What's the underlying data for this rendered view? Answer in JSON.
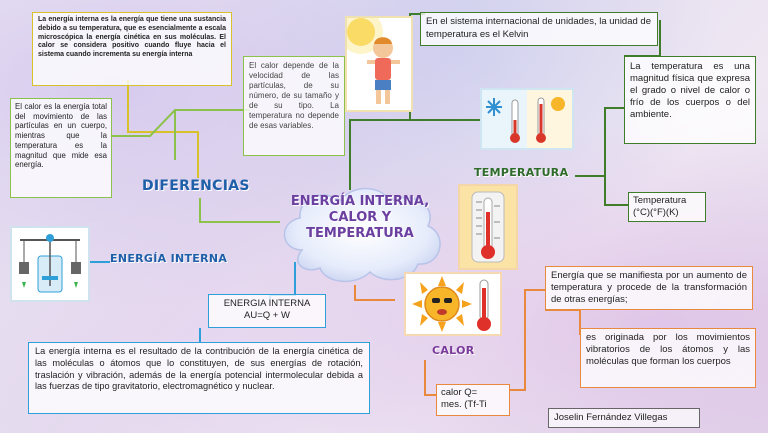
{
  "center": {
    "line1": "ENERGÍA INTERNA,",
    "line2": "CALOR Y",
    "line3": "TEMPERATURA"
  },
  "labels": {
    "diferencias": "DIFERENCIAS",
    "energia_interna": "ENERGÍA INTERNA",
    "temperatura": "TEMPERATURA",
    "calor": "CALOR"
  },
  "diferencias": {
    "interna_text": "La energía interna es la energía que tiene una sustancia debido a su temperatura, que es esencialmente a escala microscópica la energía cinética en sus moléculas. El calor se considera positivo cuando fluye hacia el sistema cuando incrementa su energía interna",
    "calor_text": "El calor es la energía total del movimiento de las partículas en un cuerpo, mientras que la temperatura es la magnitud que mide esa energía.",
    "temperatura_text": "El calor depende de la velocidad de las partículas, de su número, de su tamaño y de su tipo. La temperatura no depende de esas variables."
  },
  "temperatura": {
    "si_text": "En el sistema internacional de unidades, la unidad de temperatura es el Kelvin",
    "definicion": "La temperatura es una magnitud física que expresa el grado o nivel de calor o frío de los cuerpos o del ambiente.",
    "unidades_line1": "Temperatura",
    "unidades_line2": "(°C)(°F)(K)"
  },
  "energia_interna": {
    "formula_line1": "ENERGIA INTERNA",
    "formula_line2": "AU=Q + W",
    "definicion": "La energía interna es el resultado de la contribución de la energía cinética de las moléculas o átomos que lo constituyen, de sus energías de rotación, traslación y vibración, además de la energía potencial intermolecular debida a las fuerzas de tipo gravitatorio, electromagnético y nuclear."
  },
  "calor": {
    "definicion": "Energía que se manifiesta por un aumento de temperatura y procede de la transformación de otras energías;",
    "origen": "es originada por los movimientos vibratorios de los átomos y las moléculas que forman los cuerpos",
    "formula_line1": "calor Q=",
    "formula_line2": "mes. (Tf-Ti"
  },
  "author": "Joselin Fernández Villegas",
  "colors": {
    "title": "#6b3fa0",
    "label_blue": "#1f5fa8",
    "label_green": "#2f6b2a",
    "label_purple": "#7a3a9a",
    "connector_lgreen": "#8cc24b",
    "connector_dgreen": "#3f7d2a",
    "connector_orange": "#e8893d",
    "connector_blue": "#2f9fda",
    "connector_yellow": "#d7c22a"
  },
  "icons": {
    "hot_child": "child-hot-sun-icon",
    "hot_cold": "cold-hot-thermometer-icon",
    "thermometer": "thermometer-icon",
    "sun": "sun-thermometer-icon",
    "apparatus": "joule-apparatus-icon"
  }
}
